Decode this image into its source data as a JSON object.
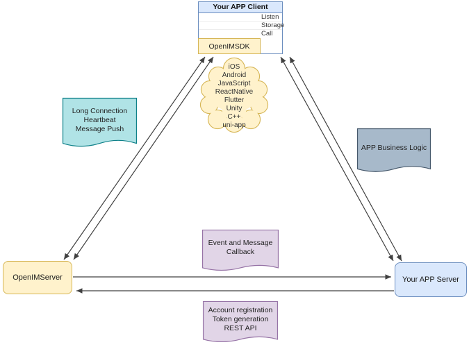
{
  "client": {
    "title": "Your APP Client",
    "rows": [
      "Listen",
      "Storage",
      "Call"
    ],
    "sdk_label": "OpenIMSDK"
  },
  "cloud": {
    "platforms": [
      "iOS",
      "Android",
      "JavaScript",
      "ReactNative",
      "Flutter",
      "Unity",
      "C++",
      "uni-app"
    ]
  },
  "callouts": {
    "long_connection": "Long Connection\nHeartbeat\nMessage Push",
    "app_business_logic": "APP Business Logic",
    "event_callback": "Event and Message\nCallback",
    "account_registration": "Account registration\nToken generation\nREST API"
  },
  "nodes": {
    "openim_server": "OpenIMServer",
    "app_server": "Your APP Server"
  },
  "colors": {
    "yellow_fill": "#fff2cc",
    "yellow_stroke": "#d6b656",
    "blue_fill": "#dae8fc",
    "blue_stroke": "#6c8ebf",
    "teal_fill": "#b0e3e6",
    "teal_stroke": "#0e8088",
    "purple_fill": "#e1d5e7",
    "purple_stroke": "#9673a6",
    "gray_fill": "#a7b9ca",
    "gray_stroke": "#46586b",
    "connector": "#404040"
  }
}
